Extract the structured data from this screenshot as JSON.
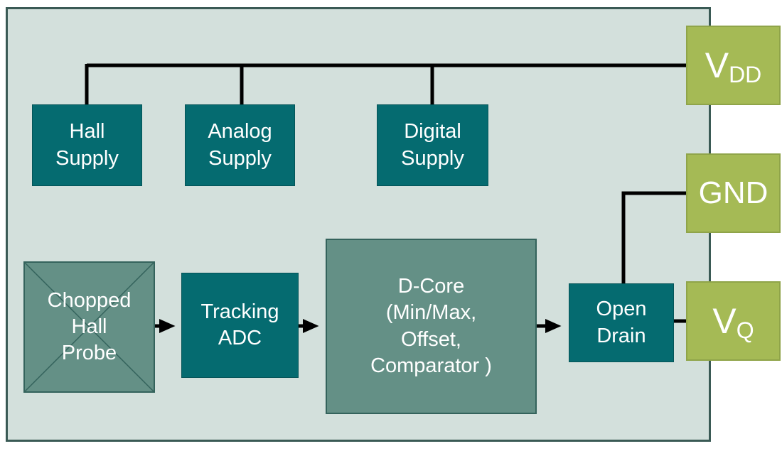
{
  "colors": {
    "panel_bg": "#d3e0dc",
    "panel_border": "#3a5a55",
    "teal_block": "#056b70",
    "teal_block_border": "#045458",
    "green_block": "#649086",
    "green_block_border": "#34635c",
    "pin_block": "#a5ba55",
    "pin_block_border": "#8fa449",
    "line": "#000000",
    "text": "#ffffff"
  },
  "blocks": {
    "hall_supply": "Hall\nSupply",
    "analog_supply": "Analog\nSupply",
    "digital_supply": "Digital\nSupply",
    "chopped_hall_probe": "Chopped\nHall\nProbe",
    "tracking_adc": "Tracking\nADC",
    "d_core": "D-Core\n(Min/Max,\nOffset,\nComparator )",
    "open_drain": "Open\nDrain"
  },
  "pins": {
    "vdd": {
      "base": "V",
      "sub": "DD"
    },
    "gnd": {
      "base": "GND",
      "sub": ""
    },
    "vq": {
      "base": "V",
      "sub": "Q"
    }
  }
}
